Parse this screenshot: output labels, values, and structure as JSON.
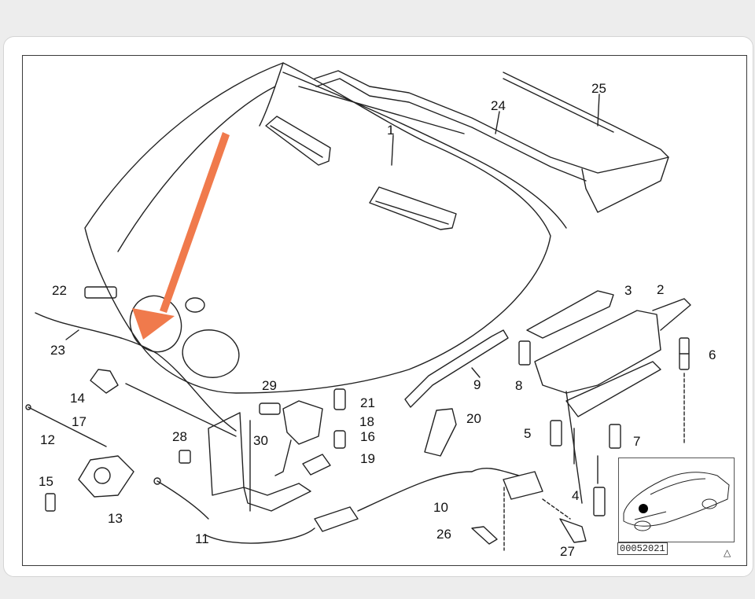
{
  "diagram": {
    "part_labels": {
      "p1": "1",
      "p2": "2",
      "p3": "3",
      "p4": "4",
      "p5": "5",
      "p6": "6",
      "p7": "7",
      "p8": "8",
      "p9": "9",
      "p10": "10",
      "p11": "11",
      "p12": "12",
      "p13": "13",
      "p14": "14",
      "p15": "15",
      "p16": "16",
      "p17": "17",
      "p18": "18",
      "p19": "19",
      "p20": "20",
      "p21": "21",
      "p22": "22",
      "p23": "23",
      "p24": "24",
      "p25": "25",
      "p26": "26",
      "p27": "27",
      "p28": "28",
      "p29": "29",
      "p30": "30"
    },
    "catalog_code": "00052021",
    "corner_mark": "△",
    "colors": {
      "arrow": "#f07a4c",
      "line": "#222222",
      "inset_dot": "#000000"
    },
    "highlight": "arrow pointing at left kidney grille"
  }
}
